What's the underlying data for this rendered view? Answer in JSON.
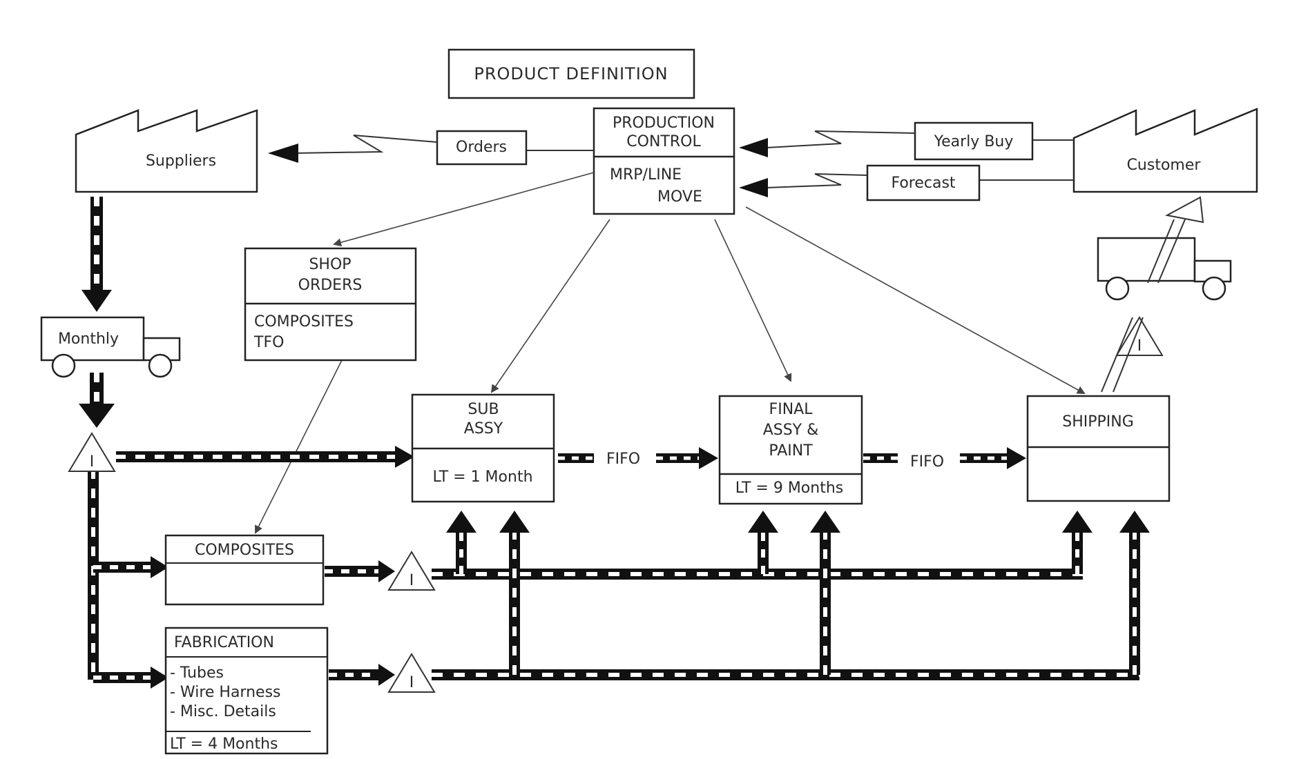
{
  "diagram": {
    "product_definition": "PRODUCT DEFINITION",
    "production_control": {
      "line1": "PRODUCTION",
      "line2": "CONTROL",
      "sub1": "MRP/LINE",
      "sub2": "MOVE"
    },
    "suppliers": "Suppliers",
    "customer": "Customer",
    "orders": "Orders",
    "yearly_buy": "Yearly Buy",
    "forecast": "Forecast",
    "monthly": "Monthly",
    "shop_orders": {
      "line1": "SHOP",
      "line2": "ORDERS",
      "sub1": "COMPOSITES",
      "sub2": "TFO"
    },
    "sub_assy": {
      "line1": "SUB",
      "line2": "ASSY",
      "lt": "LT = 1 Month"
    },
    "final_assy": {
      "line1": "FINAL",
      "line2": "ASSY &",
      "line3": "PAINT",
      "lt": "LT = 9 Months"
    },
    "shipping": "SHIPPING",
    "composites": "COMPOSITES",
    "fabrication": {
      "title": "FABRICATION",
      "item1": "- Tubes",
      "item2": "- Wire Harness",
      "item3": "- Misc. Details",
      "lt": "LT = 4 Months"
    },
    "fifo": "FIFO",
    "inventory_symbol": "I"
  }
}
